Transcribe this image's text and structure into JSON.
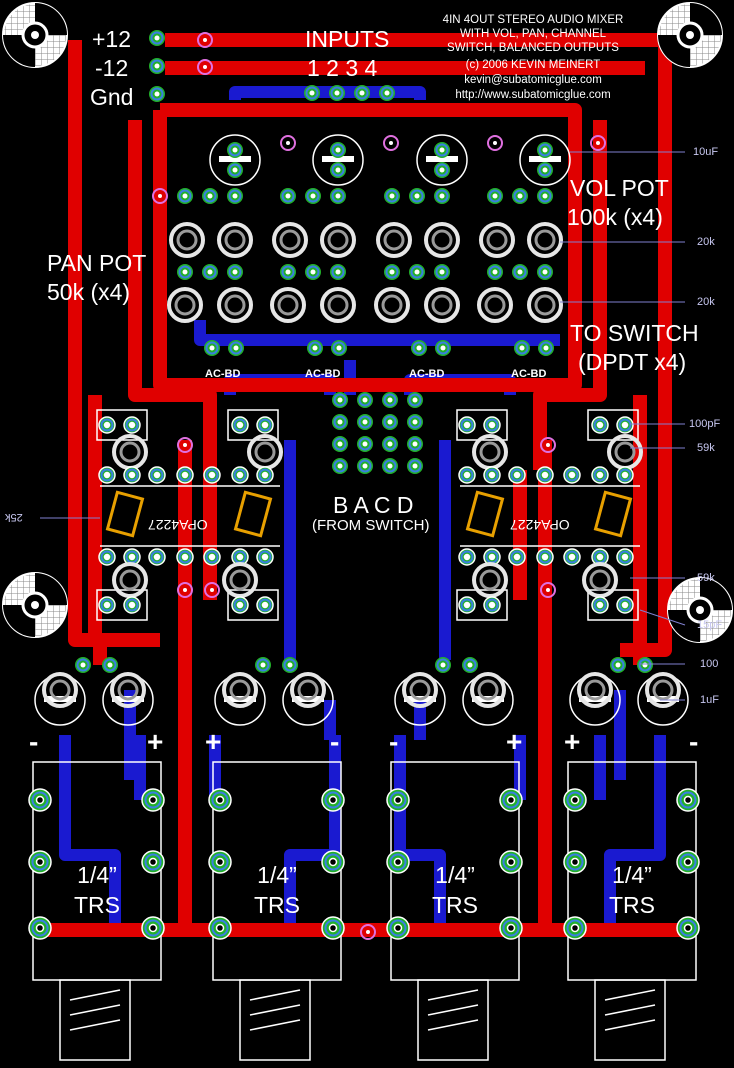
{
  "header": {
    "line1": "4IN 4OUT STEREO AUDIO MIXER",
    "line2": "WITH VOL, PAN, CHANNEL",
    "line3": "SWITCH, BALANCED OUTPUTS",
    "line4": "(c) 2006 KEVIN MEINERT",
    "line5": "kevin@subatomicglue.com",
    "line6": "http://www.subatomicglue.com"
  },
  "power": {
    "plus": "+12",
    "minus": "-12",
    "gnd": "Gnd"
  },
  "inputs": {
    "title": "INPUTS",
    "numbers": "1 2 3 4"
  },
  "labels": {
    "vol_pot_1": "VOL POT",
    "vol_pot_2": "100k (x4)",
    "pan_pot_1": "PAN POT",
    "pan_pot_2": "50k (x4)",
    "to_switch_1": "TO SWITCH",
    "to_switch_2": "(DPDT x4)",
    "acbd": [
      "AC-BD",
      "AC-BD",
      "AC-BD",
      "AC-BD"
    ],
    "bacd": "B A C D",
    "from_switch": "(FROM SWITCH)",
    "opamp_left": "OPA4227",
    "opamp_right": "OPA4227"
  },
  "values": {
    "cap_10uf": "10uF",
    "res_20k_a": "20k",
    "res_20k_b": "20k",
    "cap_100pf": "100pF",
    "res_59k_a": "59k",
    "res_59k_b": "59k",
    "cap_15pf": "15pF",
    "res_100": "100",
    "cap_1uf": "1uF",
    "res_25k": "25k"
  },
  "jacks": [
    {
      "left": "-",
      "right": "+",
      "size": "1/4”",
      "type": "TRS"
    },
    {
      "left": "+",
      "right": "-",
      "size": "1/4”",
      "type": "TRS"
    },
    {
      "left": "-",
      "right": "+",
      "size": "1/4”",
      "type": "TRS"
    },
    {
      "left": "+",
      "right": "-",
      "size": "1/4”",
      "type": "TRS"
    }
  ],
  "colors": {
    "background": "#000000",
    "top_copper": "#e00000",
    "bottom_copper": "#1a1ad0",
    "pad_ring": "#21b22a",
    "silkscreen": "#ffffff",
    "annotation": "#c7c7f0",
    "opamp_outline": "#e8a000"
  }
}
